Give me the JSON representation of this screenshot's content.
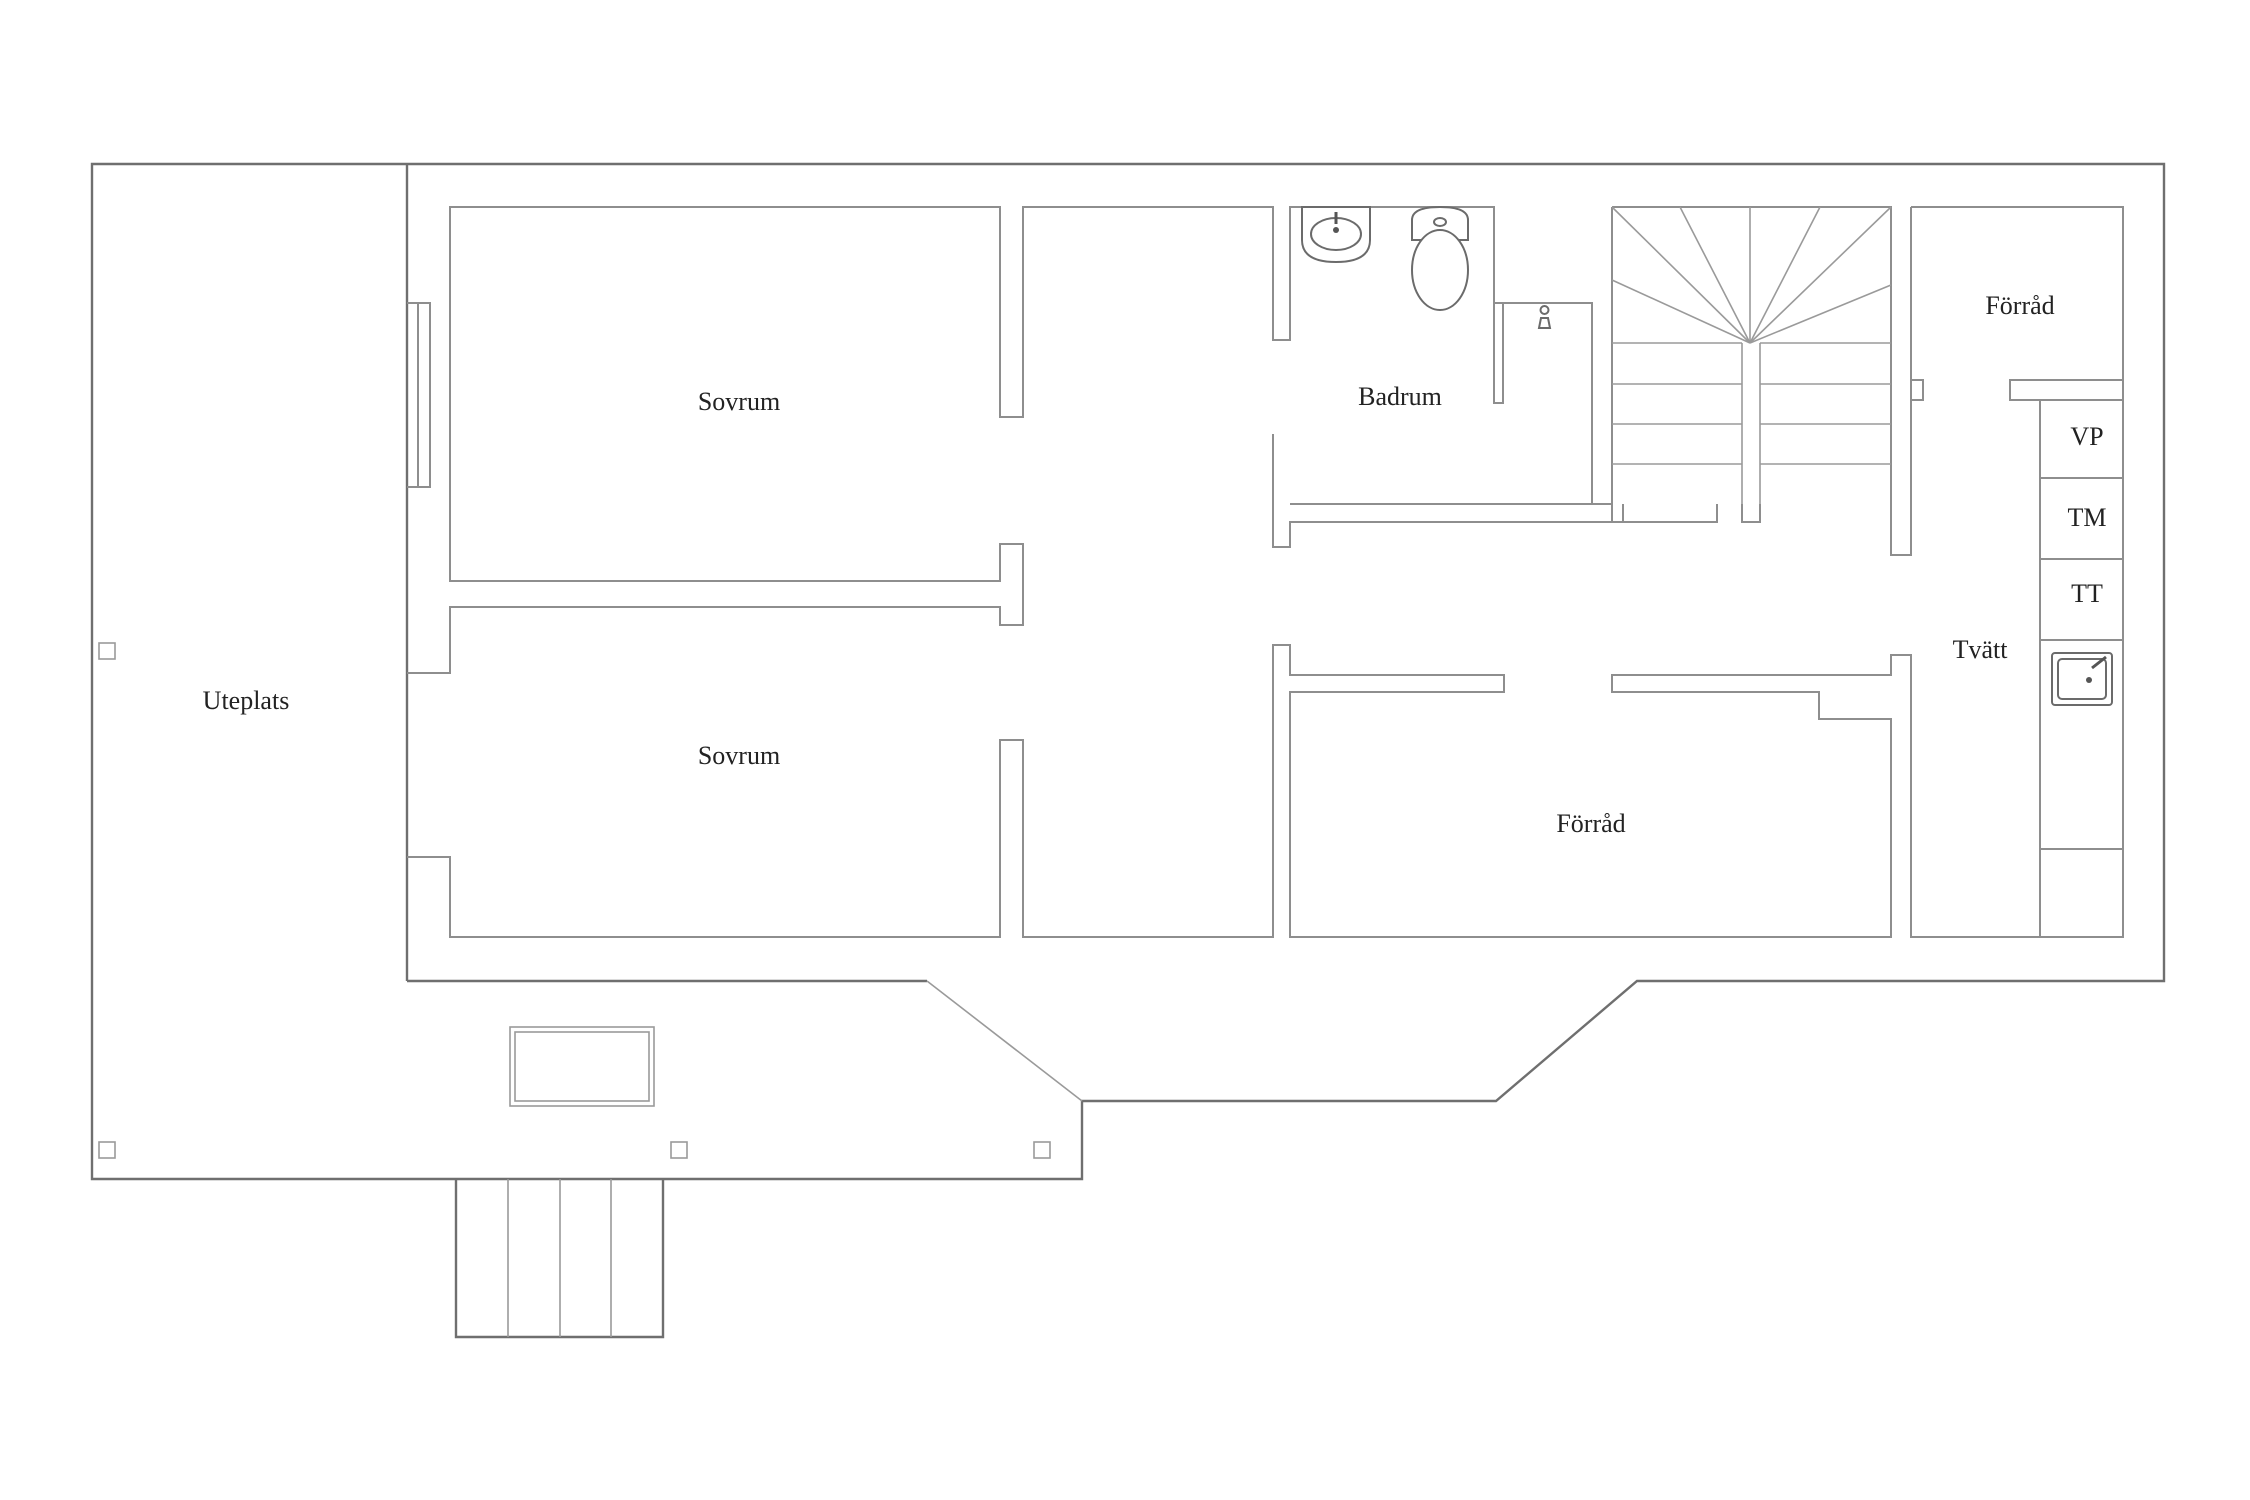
{
  "floor_plan": {
    "rooms": {
      "uteplats": "Uteplats",
      "sovrum_upper": "Sovrum",
      "sovrum_lower": "Sovrum",
      "badrum": "Badrum",
      "forrad_top": "Förråd",
      "forrad_bottom": "Förråd",
      "tvatt": "Tvätt"
    },
    "appliances": {
      "vp": "VP",
      "tm": "TM",
      "tt": "TT"
    },
    "fixtures": [
      "sink-icon",
      "toilet-icon",
      "shower-icon",
      "laundry-sink-icon",
      "staircase",
      "entrance-steps",
      "skylight-window"
    ],
    "line_color": "#8e8e8e",
    "background": "#ffffff"
  }
}
